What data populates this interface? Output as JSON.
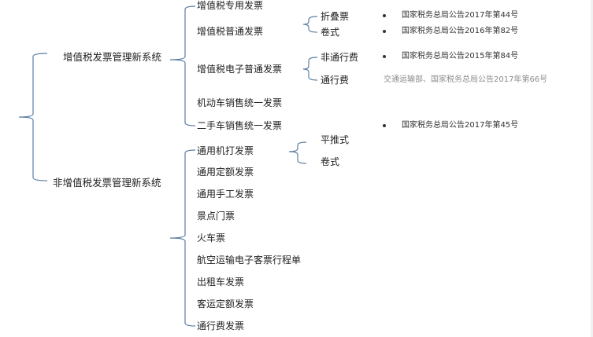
{
  "colors": {
    "brace": "#5b7fa5",
    "text": "#1f1f1f",
    "note": "#333333",
    "note_gray": "#8c8c8c"
  },
  "nodes": {
    "vat_system": "增值税发票管理新系统",
    "nonvat_system": "非增值税发票管理新系统",
    "vat_special": "增值税专用发票",
    "vat_normal": "增值税普通发票",
    "vat_electronic": "增值税电子普通发票",
    "motor_vehicle": "机动车销售统一发票",
    "used_car": "二手车销售统一发票",
    "general_machine": "通用机打发票",
    "general_fixed": "通用定额发票",
    "general_manual": "通用手工发票",
    "scenic_ticket": "景点门票",
    "train_ticket": "火车票",
    "air_itinerary": "航空运输电子客票行程单",
    "taxi_invoice": "出租车发票",
    "passenger_fixed": "客运定额发票",
    "toll_invoice": "通行费发票",
    "fold": "折叠票",
    "roll": "卷式",
    "non_toll": "非通行费",
    "toll": "通行费",
    "flat_push": "平推式",
    "roll2": "卷式"
  },
  "notes": {
    "fold": "国家税务总局公告2017年第44号",
    "roll": "国家税务总局公告2016年第82号",
    "non_toll": "国家税务总局公告2015年第84号",
    "toll": "交通运输部、国家税务总局公告2017年第66号",
    "used_car": "国家税务总局公告2017年第45号"
  }
}
